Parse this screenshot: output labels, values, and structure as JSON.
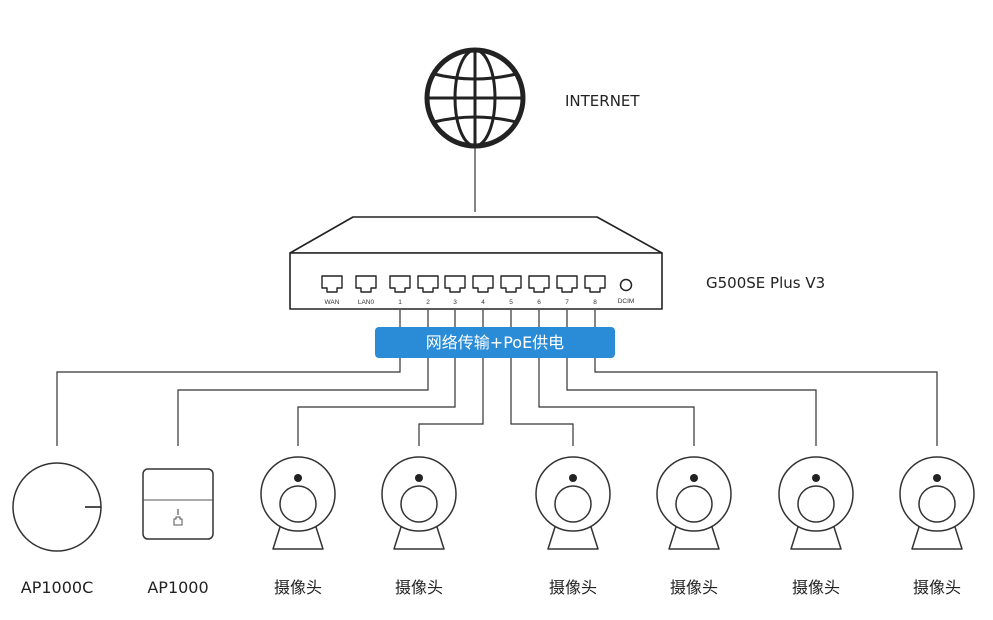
{
  "internet": {
    "label": "INTERNET",
    "icon": "globe-icon"
  },
  "router": {
    "model": "G500SE Plus V3",
    "ports": [
      "WAN",
      "LAN0",
      "1",
      "2",
      "3",
      "4",
      "5",
      "6",
      "7",
      "8"
    ],
    "dc_label": "DCIM"
  },
  "banner": {
    "text": "网络传输+PoE供电",
    "color": "#2a8bd6",
    "text_color": "#ffffff"
  },
  "devices": [
    {
      "label": "AP1000C",
      "icon": "ceiling-ap-icon"
    },
    {
      "label": "AP1000",
      "icon": "wall-ap-icon"
    },
    {
      "label": "摄像头",
      "icon": "camera-icon"
    },
    {
      "label": "摄像头",
      "icon": "camera-icon"
    },
    {
      "label": "摄像头",
      "icon": "camera-icon"
    },
    {
      "label": "摄像头",
      "icon": "camera-icon"
    },
    {
      "label": "摄像头",
      "icon": "camera-icon"
    },
    {
      "label": "摄像头",
      "icon": "camera-icon"
    }
  ]
}
